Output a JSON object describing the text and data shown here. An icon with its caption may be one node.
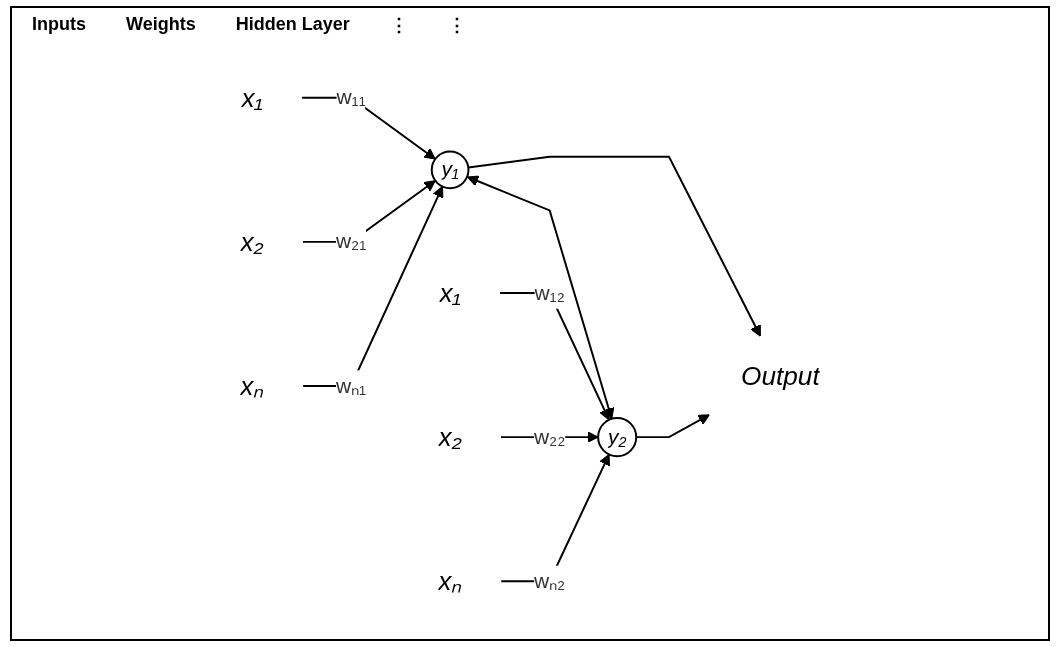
{
  "diagram": {
    "nodes": [
      {
        "text": [
          "x₁"
        ]
      },
      {
        "text": [
          "x₂"
        ]
      },
      {
        "text": [
          "xₙ"
        ]
      },
      {
        "text": [
          "y₁"
        ]
      },
      {
        "text": [
          "x₁"
        ]
      },
      {
        "text": [
          "x₂"
        ]
      },
      {
        "text": [
          "xₙ"
        ]
      },
      {
        "text": [
          "y₂"
        ]
      },
      {
        "text": [
          "Output"
        ]
      }
    ],
    "edges": [
      {
        "from": 0,
        "to": 3,
        "arrow": "to",
        "label": "w₁₁"
      },
      {
        "from": 1,
        "to": 3,
        "arrow": "to",
        "label": "w₂₁"
      },
      {
        "from": 2,
        "to": 3,
        "arrow": "to",
        "label": "wₙ₁"
      },
      {
        "from": 3,
        "to": 7,
        "arrow": "both"
      },
      {
        "from": 3,
        "to": 8,
        "arrow": "to"
      },
      {
        "from": 4,
        "to": 7,
        "arrow": "to",
        "label": "w₁₂"
      },
      {
        "from": 5,
        "to": 7,
        "arrow": "to",
        "label": "w₂₂"
      },
      {
        "from": 6,
        "to": 7,
        "arrow": "to",
        "label": "wₙ₂"
      },
      {
        "from": 7,
        "to": 8,
        "arrow": "to"
      }
    ],
    "labels": [
      "Inputs",
      "Weights",
      "Hidden Layer",
      "⋮",
      "⋮"
    ]
  }
}
